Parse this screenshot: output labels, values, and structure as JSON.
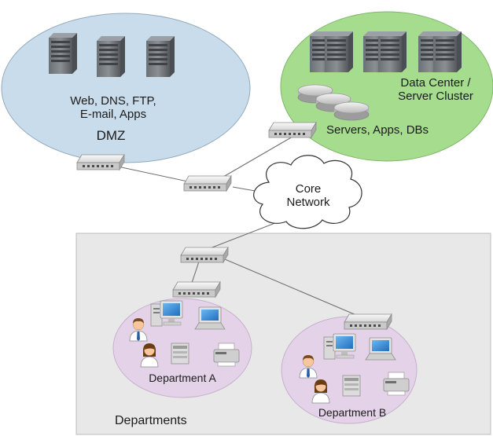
{
  "zones": {
    "dmz": {
      "services_label": [
        "Web, DNS, FTP,",
        "E-mail, Apps"
      ],
      "title": "DMZ",
      "fill": "#c9dcec"
    },
    "data_center": {
      "title": [
        "Data Center /",
        "Server Cluster"
      ],
      "servers_label": "Servers, Apps, DBs",
      "fill": "#a6dc8e"
    },
    "core": {
      "label": [
        "Core",
        "Network"
      ]
    },
    "departments": {
      "title": "Departments",
      "fill": "#e8e8e8",
      "dept_fill": "#e4d3e8",
      "dept_a": "Department A",
      "dept_b": "Department B"
    }
  },
  "icons": [
    "server-tower-icon",
    "database-disk-icon",
    "network-switch-icon",
    "cloud-icon",
    "desktop-computer-icon",
    "laptop-icon",
    "user-male-icon",
    "user-female-icon",
    "printer-icon"
  ]
}
